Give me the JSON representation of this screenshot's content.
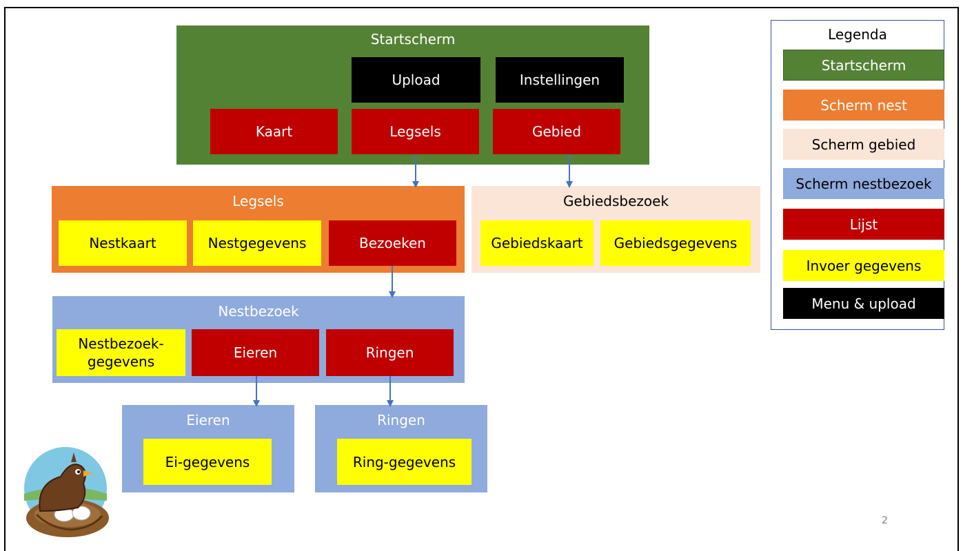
{
  "colors": {
    "startscherm": "#548235",
    "scherm_nest": "#ED7D31",
    "scherm_gebied": "#FBE5D6",
    "scherm_nestbezoek": "#8FAADC",
    "lijst": "#C00000",
    "invoer_gegevens": "#FFFF00",
    "menu_upload": "#000000",
    "arrow": "#4472C4"
  },
  "startscherm": {
    "title": "Startscherm",
    "upload": "Upload",
    "instellingen": "Instellingen",
    "kaart": "Kaart",
    "legsels": "Legsels",
    "gebied": "Gebied"
  },
  "legsels": {
    "title": "Legsels",
    "nestkaart": "Nestkaart",
    "nestgegevens": "Nestgegevens",
    "bezoeken": "Bezoeken"
  },
  "gebiedsbezoek": {
    "title": "Gebiedsbezoek",
    "gebiedskaart": "Gebiedskaart",
    "gebiedsgegevens": "Gebiedsgegevens"
  },
  "nestbezoek": {
    "title": "Nestbezoek",
    "nestbezoek_gegevens_line1": "Nestbezoek-",
    "nestbezoek_gegevens_line2": "gegevens",
    "eieren": "Eieren",
    "ringen": "Ringen"
  },
  "eieren": {
    "title": "Eieren",
    "ei_gegevens": "Ei-gegevens"
  },
  "ringen": {
    "title": "Ringen",
    "ring_gegevens": "Ring-gegevens"
  },
  "legend": {
    "title": "Legenda",
    "items": [
      {
        "label": "Startscherm"
      },
      {
        "label": "Scherm nest"
      },
      {
        "label": "Scherm gebied"
      },
      {
        "label": "Scherm nestbezoek"
      },
      {
        "label": "Lijst"
      },
      {
        "label": "Invoer gegevens"
      },
      {
        "label": "Menu & upload"
      }
    ]
  },
  "logo_icon": "bird-on-nest-logo",
  "page_number": "2"
}
